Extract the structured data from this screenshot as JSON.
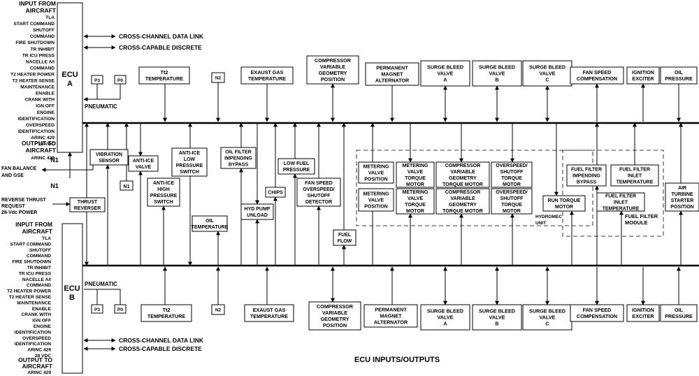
{
  "title": "ECU INPUTS/OUTPUTS",
  "ecu_a": {
    "label": [
      "ECU",
      "A"
    ],
    "input_header": [
      "INPUT FROM",
      "AIRCRAFT"
    ],
    "inputs": [
      "TLA",
      "START COMMAND",
      "SHUTOFF",
      "COMMAND",
      "FIRE SHUTDOWN",
      "TR INHIBIT",
      "TR ICU PRESS",
      "NACELLE A/I",
      "COMMAND",
      "T2 HEATER POWER",
      "T2 HEATER SENSE",
      "MAINTENANCE",
      "ENABLE",
      "CRANK WITH",
      "IGN OFF",
      "ENGINE",
      "IDENTIFICATION",
      "OVERSPEED",
      "IDENTIFICATION",
      "ARINC 429",
      "28 VDC"
    ],
    "output_header": [
      "OUTPUT TO",
      "AIRCRAFT"
    ],
    "outputs": [
      "ARINC 429"
    ],
    "data_link": "CROSS-CHANNEL DATA LINK",
    "discrete": "CROSS-CAPABLE DISCRETE",
    "pneumatic": "PNEUMATIC",
    "p3": "P3",
    "p0": "P0"
  },
  "ecu_b": {
    "label": [
      "ECU",
      "B"
    ],
    "input_header": [
      "INPUT FROM",
      "AIRCRAFT"
    ],
    "inputs": [
      "TLA",
      "START COMMAND",
      "SHUTOFF",
      "COMMAND",
      "FIRE SHUTDOWN",
      "TR INHIBIT",
      "TR ICU PRESS",
      "NACELLE A/I",
      "COMMAND",
      "T2 HEATER POWER",
      "T2 HEATER SENSE",
      "MAINTENANCE",
      "ENABLE",
      "CRANK WITH",
      "IGN OFF",
      "ENGINE",
      "IDENTIFICATION",
      "OVERSPEED",
      "IDENTIFICATION",
      "ARINC 429",
      "28 VDC"
    ],
    "output_header": [
      "OUTPUT TO",
      "AIRCRAFT"
    ],
    "outputs": [
      "ARINC 429"
    ],
    "data_link": "CROSS-CHANNEL DATA LINK",
    "discrete": "CROSS-CAPABLE DISCRETE",
    "pneumatic": "PNEUMATIC",
    "p3": "P3",
    "p0": "P0"
  },
  "n1_labels": [
    "N1",
    "N1",
    "N1"
  ],
  "fan_balance": [
    "FAN BALANCE",
    "AND GSE"
  ],
  "reverse_thrust": [
    "REVERSE THRUST",
    "REQUEST",
    "28-Vdc POWER"
  ],
  "top_sensors": [
    {
      "id": "tt2",
      "lines": [
        "Tt2",
        "TEMPERATURE"
      ]
    },
    {
      "id": "n2",
      "lines": [
        "N2"
      ]
    },
    {
      "id": "egt",
      "lines": [
        "EXAUST GAS",
        "TEMPERATURE"
      ]
    },
    {
      "id": "cvg",
      "lines": [
        "COMPRESSOR",
        "VARIABLE",
        "GEOMETRY",
        "POSITION"
      ]
    },
    {
      "id": "pma",
      "lines": [
        "PERMANENT",
        "MAGNET",
        "ALTERNATOR"
      ]
    },
    {
      "id": "sbva",
      "lines": [
        "SURGE BLEED",
        "VALVE",
        "A"
      ]
    },
    {
      "id": "sbvb",
      "lines": [
        "SURGE BLEED",
        "VALVE",
        "B"
      ]
    },
    {
      "id": "sbvc",
      "lines": [
        "SURGE BLEED",
        "VALVE",
        "C"
      ]
    },
    {
      "id": "fsc",
      "lines": [
        "FAN SPEED",
        "COMPENSATION"
      ]
    },
    {
      "id": "ign",
      "lines": [
        "IGNITION",
        "EXCITER"
      ]
    },
    {
      "id": "oil",
      "lines": [
        "OIL",
        "PRESSURE"
      ]
    }
  ],
  "bottom_sensors": [
    {
      "id": "tt2",
      "lines": [
        "Tt2",
        "TEMPERATURE"
      ]
    },
    {
      "id": "n2",
      "lines": [
        "N2"
      ]
    },
    {
      "id": "egt",
      "lines": [
        "EXAUST GAS",
        "TEMPERATURE"
      ]
    },
    {
      "id": "cvg",
      "lines": [
        "COMPRESSOR",
        "VARIABLE",
        "GEOMETRY",
        "POSITION"
      ]
    },
    {
      "id": "pma",
      "lines": [
        "PERMANENT",
        "MAGNET",
        "ALTERNATOR"
      ]
    },
    {
      "id": "sbva",
      "lines": [
        "SURGE BLEED",
        "VALVE",
        "A"
      ]
    },
    {
      "id": "sbvb",
      "lines": [
        "SURGE BLEED",
        "VALVE",
        "B"
      ]
    },
    {
      "id": "sbvc",
      "lines": [
        "SURGE BLEED",
        "VALVE",
        "C"
      ]
    },
    {
      "id": "fsc",
      "lines": [
        "FAN SPEED",
        "COMPENSATION"
      ]
    },
    {
      "id": "ign",
      "lines": [
        "IGNITION",
        "EXCITER"
      ]
    },
    {
      "id": "oil",
      "lines": [
        "OIL",
        "PRESSURE"
      ]
    }
  ],
  "middle_components": [
    {
      "id": "vib",
      "lines": [
        "VIBRATION",
        "SENSOR"
      ]
    },
    {
      "id": "thrust",
      "lines": [
        "THRUST",
        "REVERSER"
      ]
    },
    {
      "id": "aiv",
      "lines": [
        "ANTI-ICE",
        "VALVE"
      ]
    },
    {
      "id": "aihps",
      "lines": [
        "ANTI-ICE",
        "HIGH",
        "PRESSURE",
        "SWITCH"
      ]
    },
    {
      "id": "ailps",
      "lines": [
        "ANTI-ICE",
        "LOW",
        "PRESSURE",
        "SWITCH"
      ]
    },
    {
      "id": "oiltemp",
      "lines": [
        "OIL",
        "TEMPERATURE"
      ]
    },
    {
      "id": "ofib",
      "lines": [
        "OIL FILTER",
        "IMPENDING",
        "BYPASS"
      ]
    },
    {
      "id": "hpu",
      "lines": [
        "HYD PUMP",
        "UNLOAD"
      ]
    },
    {
      "id": "chips",
      "lines": [
        "CHIPS"
      ]
    },
    {
      "id": "lfp",
      "lines": [
        "LOW FUEL",
        "PRESSURE"
      ]
    },
    {
      "id": "fsosd",
      "lines": [
        "FAN SPEED",
        "OVERSPEED/",
        "SHUTOFF",
        "DETECTOR"
      ]
    },
    {
      "id": "fuelflow",
      "lines": [
        "FUEL",
        "FLOW"
      ]
    },
    {
      "id": "mvp1",
      "lines": [
        "METERING",
        "VALVE",
        "POSITION"
      ]
    },
    {
      "id": "mvtm1",
      "lines": [
        "METERING",
        "VALVE",
        "TORQUE",
        "MOTOR"
      ]
    },
    {
      "id": "cvgtm1",
      "lines": [
        "COMPRESSOR",
        "VARIABLE",
        "GEOMETRY",
        "TORQUE MOTOR"
      ]
    },
    {
      "id": "ostm1",
      "lines": [
        "OVERSPEED/",
        "SHUTOFF",
        "TORQUE",
        "MOTOR"
      ]
    },
    {
      "id": "mvp2",
      "lines": [
        "METERING",
        "VALVE",
        "POSITION"
      ]
    },
    {
      "id": "mvtm2",
      "lines": [
        "METERING",
        "VALVE",
        "TORQUE",
        "MOTOR"
      ]
    },
    {
      "id": "cvgtm2",
      "lines": [
        "COMPRESSOR",
        "VARIABLE",
        "GEOMETRY",
        "TORQUE MOTOR"
      ]
    },
    {
      "id": "ostm2",
      "lines": [
        "OVERSPEED/",
        "SHUTOFF",
        "TORQUE",
        "MOTOR"
      ]
    },
    {
      "id": "rtm",
      "lines": [
        "RUN TORQUE",
        "MOTOR"
      ]
    },
    {
      "id": "ffib",
      "lines": [
        "FUEL FILTER",
        "IMPENDING",
        "BYPASS"
      ]
    },
    {
      "id": "ffit1",
      "lines": [
        "FUEL FILTER",
        "INLET",
        "TEMPERATURE"
      ]
    },
    {
      "id": "ffit2",
      "lines": [
        "FUEL FILTER",
        "INLET",
        "TEMPERATURE"
      ]
    },
    {
      "id": "atsp",
      "lines": [
        "AIR",
        "TURBINE",
        "STARTER",
        "POSITION"
      ]
    }
  ],
  "hydromec_unit": [
    "HYDROMEC",
    "UNIT"
  ],
  "fuel_filter_module": [
    "FUEL FILTER",
    "MODULE"
  ]
}
